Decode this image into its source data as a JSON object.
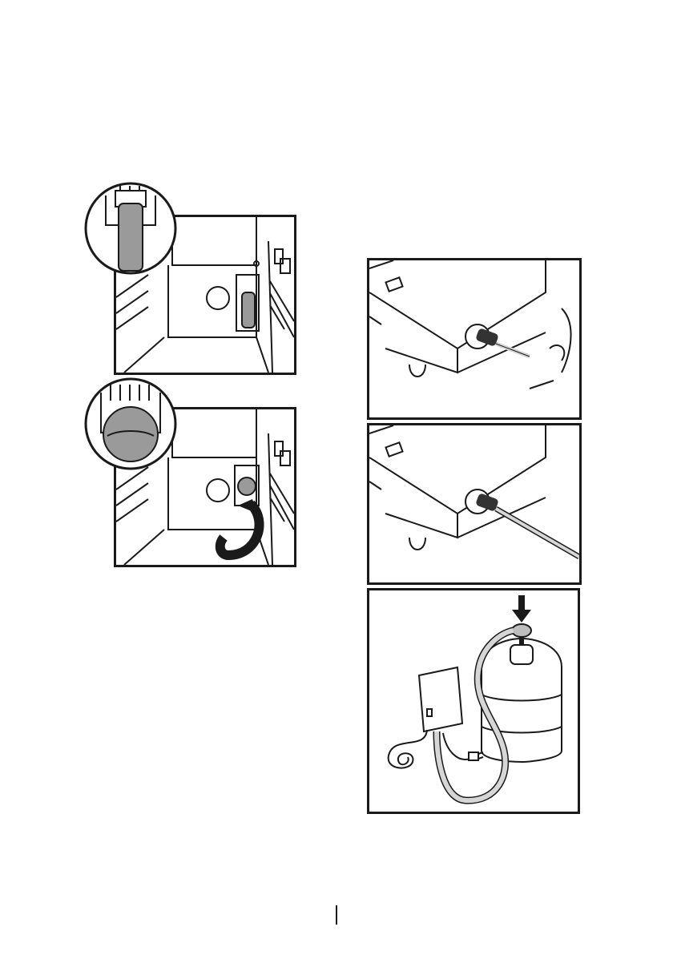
{
  "page": {
    "background_color": "#ffffff",
    "line_color": "#1a1a1a",
    "filter_color": "#9a9a9a",
    "hose_color": "#d6d6d6"
  },
  "figures": [
    {
      "id": "fig-filter-installed",
      "icon": "water-filter-installed-illustration"
    },
    {
      "id": "fig-filter-rotate",
      "icon": "water-filter-rotate-illustration"
    },
    {
      "id": "fig-hose-insert",
      "icon": "dispenser-hose-insert-illustration"
    },
    {
      "id": "fig-hose-connected",
      "icon": "dispenser-hose-connected-illustration"
    },
    {
      "id": "fig-pump-bottle",
      "icon": "water-pump-bottle-illustration"
    }
  ]
}
